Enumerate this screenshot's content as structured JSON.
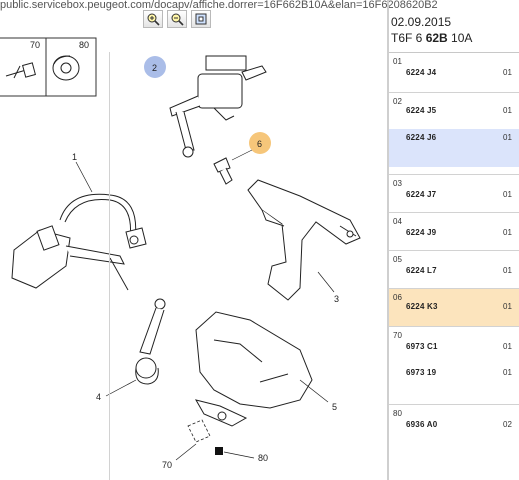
{
  "browser": {
    "url_text": "public.servicebox.peugeot.com/docapv/affiche.dorrer=16F662B10A&elan=16F6208620B2"
  },
  "toolbar": {
    "zoom_in_icon": "magnifier-plus",
    "zoom_out_icon": "magnifier-minus",
    "fit_icon": "fit-window"
  },
  "header": {
    "date": "02.09.2015",
    "model_prefix": "T6F 6 ",
    "model_bold": "62B",
    "model_suffix": " 10A"
  },
  "diagram": {
    "callouts": {
      "c2": "2",
      "c6": "6"
    },
    "labels": {
      "l1": "1",
      "l3": "3",
      "l4": "4",
      "l5": "5",
      "l70": "70",
      "l80": "80",
      "l70_top": "70",
      "l80_top": "80"
    },
    "colors": {
      "callout_blue": "#aabde8",
      "callout_orange": "#f6c67a"
    }
  },
  "parts": [
    {
      "group": "01",
      "lines": [
        {
          "ref": "6224 J4",
          "qty": "01"
        }
      ]
    },
    {
      "group": "02",
      "lines": [
        {
          "ref": "6224 J5",
          "qty": "01"
        },
        {
          "ref": "6224 J6",
          "qty": "01"
        }
      ]
    },
    {
      "group": "03",
      "lines": [
        {
          "ref": "6224 J7",
          "qty": "01"
        }
      ]
    },
    {
      "group": "04",
      "lines": [
        {
          "ref": "6224 J9",
          "qty": "01"
        }
      ]
    },
    {
      "group": "05",
      "lines": [
        {
          "ref": "6224 L7",
          "qty": "01"
        }
      ]
    },
    {
      "group": "06",
      "lines": [
        {
          "ref": "6224 K3",
          "qty": "01"
        }
      ]
    },
    {
      "group": "70",
      "lines": [
        {
          "ref": "6973 C1",
          "qty": "01"
        },
        {
          "ref": "6973 19",
          "qty": "01"
        }
      ]
    },
    {
      "group": "80",
      "lines": [
        {
          "ref": "6936 A0",
          "qty": "02"
        }
      ]
    }
  ],
  "highlight_colors": {
    "blue": "#dbe4fb",
    "orange": "#fce4bd"
  }
}
